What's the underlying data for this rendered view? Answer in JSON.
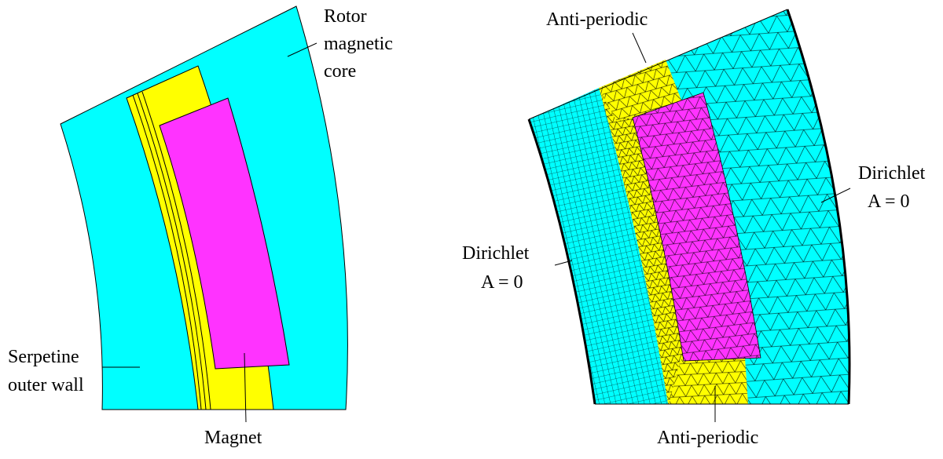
{
  "colors": {
    "core": "#00ffff",
    "gap": "#ffff00",
    "magnet": "#ff33ff",
    "outline": "#000000",
    "mesh": "#000000",
    "background": "#ffffff"
  },
  "left_figure": {
    "labels": {
      "rotor_line1": "Rotor",
      "rotor_line2": "magnetic",
      "rotor_line3": "core",
      "serpetine_line1": "Serpetine",
      "serpetine_line2": "outer wall",
      "magnet": "Magnet"
    }
  },
  "right_figure": {
    "labels": {
      "anti_periodic_top": "Anti-periodic",
      "anti_periodic_bottom": "Anti-periodic",
      "dirichlet_left_line1": "Dirichlet",
      "dirichlet_left_line2": "A = 0",
      "dirichlet_right_line1": "Dirichlet",
      "dirichlet_right_line2": "A = 0"
    }
  }
}
